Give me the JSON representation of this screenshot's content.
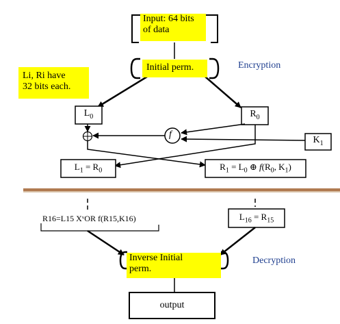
{
  "input": {
    "line1": "Input: 64 bits",
    "line2": "of data"
  },
  "initial_perm": "Initial perm.",
  "note": {
    "line1": "Li, Ri have",
    "line2": "32  bits each."
  },
  "encryption_label": "Encryption",
  "decryption_label": "Decryption",
  "l0": {
    "base": "L",
    "sub": "0"
  },
  "r0": {
    "base": "R",
    "sub": "0"
  },
  "f_symbol": "f",
  "k1": {
    "base": "K",
    "sub": "1"
  },
  "xor_symbol": "⊕",
  "l1_eq": {
    "a": "L",
    "a_sub": "1",
    "mid": " = R",
    "b_sub": "0"
  },
  "r1_eq": {
    "a": "R",
    "a_sub": "1",
    "p1": " = L",
    "p1_sub": "0",
    "p2": " ⊕ ",
    "f": "f",
    "p3": "(R",
    "p3_sub": "0",
    "p4": ", K",
    "p4_sub": "1",
    "p5": ")"
  },
  "r16_formula": "R16=L15 XᵛOR f(R15,K16)",
  "l16_eq": {
    "a": "L",
    "a_sub": "16",
    "mid": " = R",
    "b_sub": "15"
  },
  "inverse_perm": {
    "line1": "Inverse Initial",
    "line2": "perm."
  },
  "output": "output",
  "colors": {
    "highlight": "#ffff00",
    "label_blue": "#1f3f8f",
    "divider": "#b07a50"
  }
}
